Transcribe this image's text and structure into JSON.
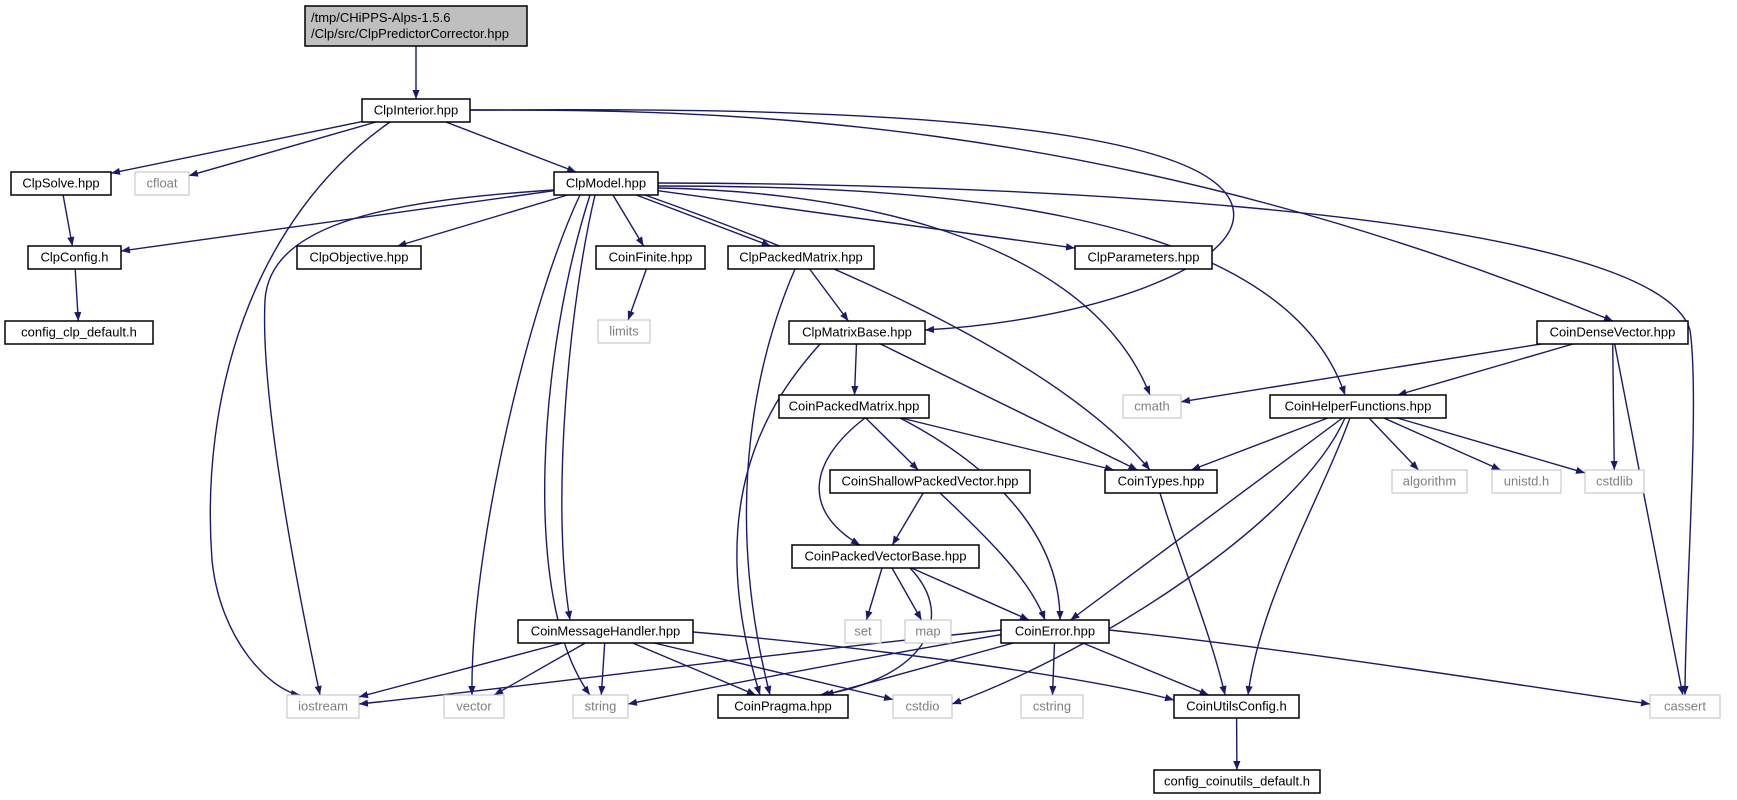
{
  "graph": {
    "colors": {
      "edge": "#191970",
      "root_fill": "#bfbfbf",
      "system_border": "#bfbfbf",
      "system_text": "#7f7f7f"
    },
    "nodes": [
      {
        "id": "root",
        "lines": [
          "/tmp/CHiPPS-Alps-1.5.6",
          "/Clp/src/ClpPredictorCorrector.hpp"
        ],
        "kind": "root"
      },
      {
        "id": "ClpInterior",
        "lines": [
          "ClpInterior.hpp"
        ],
        "kind": "file"
      },
      {
        "id": "ClpSolve",
        "lines": [
          "ClpSolve.hpp"
        ],
        "kind": "file"
      },
      {
        "id": "cfloat",
        "lines": [
          "cfloat"
        ],
        "kind": "system"
      },
      {
        "id": "ClpModel",
        "lines": [
          "ClpModel.hpp"
        ],
        "kind": "file"
      },
      {
        "id": "ClpConfig",
        "lines": [
          "ClpConfig.h"
        ],
        "kind": "file"
      },
      {
        "id": "config_clp_default",
        "lines": [
          "config_clp_default.h"
        ],
        "kind": "file"
      },
      {
        "id": "ClpObjective",
        "lines": [
          "ClpObjective.hpp"
        ],
        "kind": "file"
      },
      {
        "id": "CoinFinite",
        "lines": [
          "CoinFinite.hpp"
        ],
        "kind": "file"
      },
      {
        "id": "limits",
        "lines": [
          "limits"
        ],
        "kind": "system"
      },
      {
        "id": "ClpPackedMatrix",
        "lines": [
          "ClpPackedMatrix.hpp"
        ],
        "kind": "file"
      },
      {
        "id": "ClpParameters",
        "lines": [
          "ClpParameters.hpp"
        ],
        "kind": "file"
      },
      {
        "id": "ClpMatrixBase",
        "lines": [
          "ClpMatrixBase.hpp"
        ],
        "kind": "file"
      },
      {
        "id": "CoinDenseVector",
        "lines": [
          "CoinDenseVector.hpp"
        ],
        "kind": "file"
      },
      {
        "id": "cmath",
        "lines": [
          "cmath"
        ],
        "kind": "system"
      },
      {
        "id": "CoinHelperFunctions",
        "lines": [
          "CoinHelperFunctions.hpp"
        ],
        "kind": "file"
      },
      {
        "id": "CoinPackedMatrix",
        "lines": [
          "CoinPackedMatrix.hpp"
        ],
        "kind": "file"
      },
      {
        "id": "CoinShallowPackedVector",
        "lines": [
          "CoinShallowPackedVector.hpp"
        ],
        "kind": "file"
      },
      {
        "id": "CoinTypes",
        "lines": [
          "CoinTypes.hpp"
        ],
        "kind": "file"
      },
      {
        "id": "algorithm",
        "lines": [
          "algorithm"
        ],
        "kind": "system"
      },
      {
        "id": "unistd",
        "lines": [
          "unistd.h"
        ],
        "kind": "system"
      },
      {
        "id": "cstdlib",
        "lines": [
          "cstdlib"
        ],
        "kind": "system"
      },
      {
        "id": "CoinPackedVectorBase",
        "lines": [
          "CoinPackedVectorBase.hpp"
        ],
        "kind": "file"
      },
      {
        "id": "set",
        "lines": [
          "set"
        ],
        "kind": "system"
      },
      {
        "id": "map",
        "lines": [
          "map"
        ],
        "kind": "system"
      },
      {
        "id": "CoinMessageHandler",
        "lines": [
          "CoinMessageHandler.hpp"
        ],
        "kind": "file"
      },
      {
        "id": "CoinError",
        "lines": [
          "CoinError.hpp"
        ],
        "kind": "file"
      },
      {
        "id": "iostream",
        "lines": [
          "iostream"
        ],
        "kind": "system"
      },
      {
        "id": "vector",
        "lines": [
          "vector"
        ],
        "kind": "system"
      },
      {
        "id": "string",
        "lines": [
          "string"
        ],
        "kind": "system"
      },
      {
        "id": "CoinPragma",
        "lines": [
          "CoinPragma.hpp"
        ],
        "kind": "file"
      },
      {
        "id": "cstdio",
        "lines": [
          "cstdio"
        ],
        "kind": "system"
      },
      {
        "id": "cstring",
        "lines": [
          "cstring"
        ],
        "kind": "system"
      },
      {
        "id": "CoinUtilsConfig",
        "lines": [
          "CoinUtilsConfig.h"
        ],
        "kind": "file"
      },
      {
        "id": "cassert",
        "lines": [
          "cassert"
        ],
        "kind": "system"
      },
      {
        "id": "config_coinutils_default",
        "lines": [
          "config_coinutils_default.h"
        ],
        "kind": "file"
      }
    ]
  }
}
